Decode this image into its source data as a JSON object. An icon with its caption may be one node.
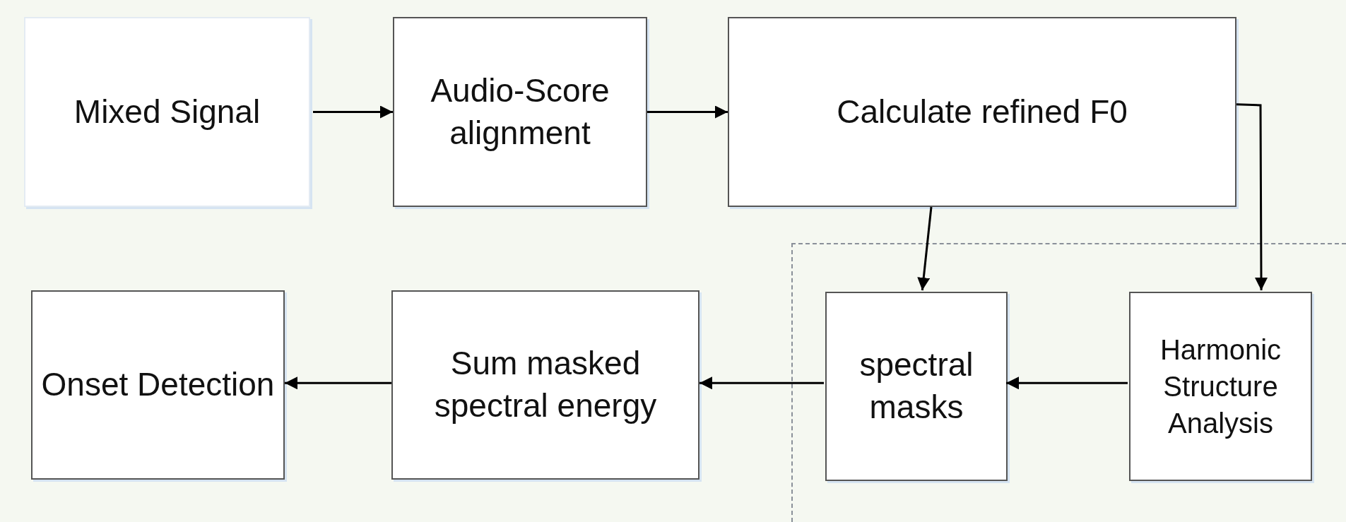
{
  "diagram": {
    "nodes": [
      {
        "text": [
          "Mixed Signal"
        ]
      },
      {
        "text": [
          "Audio-Score alignment"
        ]
      },
      {
        "text": [
          "Calculate refined F0"
        ]
      },
      {
        "text": [],
        "shape": "box"
      },
      {
        "text": [
          "Onset Detection"
        ]
      },
      {
        "text": [
          "Sum masked spectral energy"
        ]
      },
      {
        "text": [
          "spectral masks"
        ],
        "in": 3
      },
      {
        "text": [
          "Harmonic Structure Analysis"
        ],
        "in": 3
      }
    ],
    "edges": [
      {
        "from": 0,
        "to": 1,
        "arrow": "to"
      },
      {
        "from": 1,
        "to": 2,
        "arrow": "to"
      },
      {
        "from": 2,
        "to": 6,
        "arrow": "to"
      },
      {
        "from": 2,
        "to": 7,
        "arrow": "to"
      },
      {
        "from": 7,
        "to": 6,
        "arrow": "to"
      },
      {
        "from": 6,
        "to": 5,
        "arrow": "to"
      },
      {
        "from": 5,
        "to": 4,
        "arrow": "to"
      }
    ]
  }
}
